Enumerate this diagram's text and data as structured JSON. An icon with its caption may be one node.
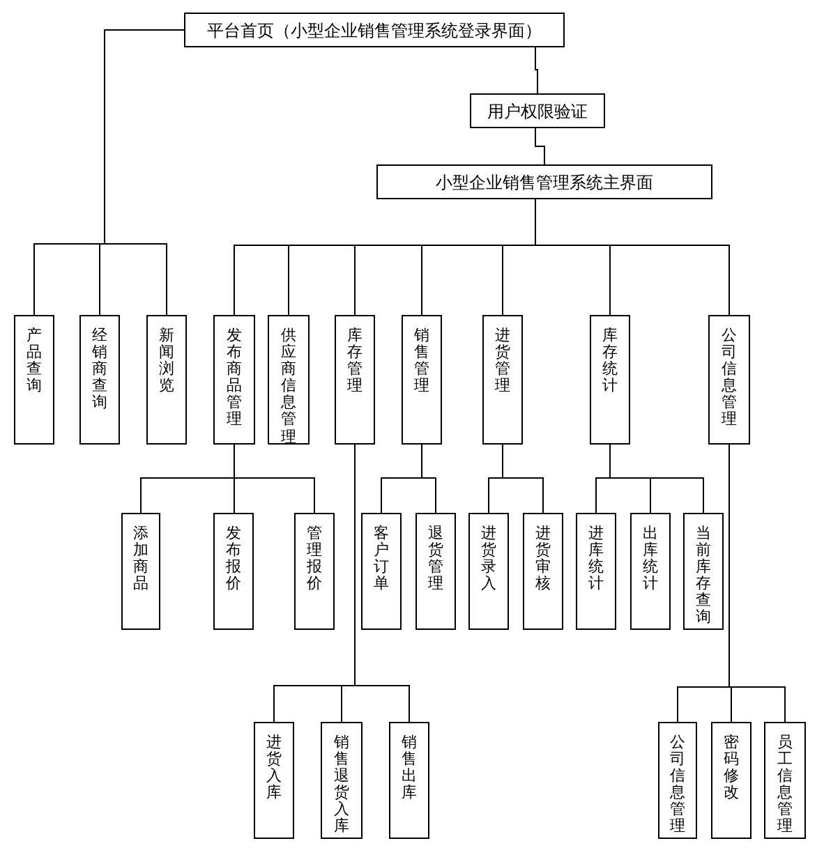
{
  "diagram": {
    "nodes": [
      {
        "text": [
          "平台首页（小型企业销售管理系统登录界面）"
        ]
      },
      {
        "text": [
          "用户权限验证"
        ]
      },
      {
        "text": [
          "小型企业销售管理系统主界面"
        ]
      },
      {
        "text": [
          "产品查询"
        ]
      },
      {
        "text": [
          "经销商查询"
        ]
      },
      {
        "text": [
          "新闻浏览"
        ]
      },
      {
        "text": [
          "发布商品管理"
        ]
      },
      {
        "text": [
          "供应商信息管理"
        ]
      },
      {
        "text": [
          "库存管理"
        ]
      },
      {
        "text": [
          "销售管理"
        ]
      },
      {
        "text": [
          "进货管理"
        ]
      },
      {
        "text": [
          "库存统计"
        ]
      },
      {
        "text": [
          "公司信息管理"
        ]
      },
      {
        "text": [
          "添加商品"
        ]
      },
      {
        "text": [
          "发布报价"
        ]
      },
      {
        "text": [
          "管理报价"
        ]
      },
      {
        "text": [
          "客户订单"
        ]
      },
      {
        "text": [
          "退货管理"
        ]
      },
      {
        "text": [
          "进货录入"
        ]
      },
      {
        "text": [
          "进货审核"
        ]
      },
      {
        "text": [
          "进库统计"
        ]
      },
      {
        "text": [
          "出库统计"
        ]
      },
      {
        "text": [
          "当前库存查询"
        ]
      },
      {
        "text": [
          "进货入库"
        ]
      },
      {
        "text": [
          "销售退货入库"
        ]
      },
      {
        "text": [
          "销售出库"
        ]
      },
      {
        "text": [
          "公司信息管理"
        ]
      },
      {
        "text": [
          "密码修改"
        ]
      },
      {
        "text": [
          "员工信息管理"
        ]
      }
    ],
    "edges": [
      {
        "from": 0,
        "to": 1,
        "arrow": "none"
      },
      {
        "from": 1,
        "to": 2,
        "arrow": "none"
      },
      {
        "from": 0,
        "to": 3,
        "arrow": "none"
      },
      {
        "from": 0,
        "to": 4,
        "arrow": "none"
      },
      {
        "from": 0,
        "to": 5,
        "arrow": "none"
      },
      {
        "from": 2,
        "to": 6,
        "arrow": "none"
      },
      {
        "from": 2,
        "to": 7,
        "arrow": "none"
      },
      {
        "from": 2,
        "to": 8,
        "arrow": "none"
      },
      {
        "from": 2,
        "to": 9,
        "arrow": "none"
      },
      {
        "from": 2,
        "to": 10,
        "arrow": "none"
      },
      {
        "from": 2,
        "to": 11,
        "arrow": "none"
      },
      {
        "from": 2,
        "to": 12,
        "arrow": "none"
      },
      {
        "from": 6,
        "to": 13,
        "arrow": "none"
      },
      {
        "from": 6,
        "to": 14,
        "arrow": "none"
      },
      {
        "from": 6,
        "to": 15,
        "arrow": "none"
      },
      {
        "from": 9,
        "to": 16,
        "arrow": "none"
      },
      {
        "from": 9,
        "to": 17,
        "arrow": "none"
      },
      {
        "from": 10,
        "to": 18,
        "arrow": "none"
      },
      {
        "from": 10,
        "to": 19,
        "arrow": "none"
      },
      {
        "from": 11,
        "to": 20,
        "arrow": "none"
      },
      {
        "from": 11,
        "to": 21,
        "arrow": "none"
      },
      {
        "from": 11,
        "to": 22,
        "arrow": "none"
      },
      {
        "from": 8,
        "to": 23,
        "arrow": "none"
      },
      {
        "from": 8,
        "to": 24,
        "arrow": "none"
      },
      {
        "from": 8,
        "to": 25,
        "arrow": "none"
      },
      {
        "from": 12,
        "to": 26,
        "arrow": "none"
      },
      {
        "from": 12,
        "to": 27,
        "arrow": "none"
      },
      {
        "from": 12,
        "to": 28,
        "arrow": "none"
      }
    ]
  }
}
